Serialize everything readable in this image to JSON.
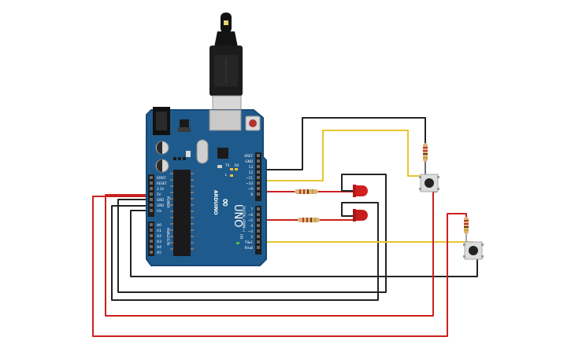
{
  "board": {
    "brand": "ARDUINO",
    "model": "UNO",
    "logo_symbol": "∞",
    "header_top_labels": [
      "AREF",
      "GND",
      "13",
      "12",
      "~11",
      "~10",
      "~9",
      "8"
    ],
    "header_bottom_labels": [
      "7",
      "~6",
      "~5",
      "4",
      "~3",
      "2",
      "TX▸1",
      "RX◂0"
    ],
    "digital_label": "DIGITAL (PWM~)",
    "power_labels": [
      "IOREF",
      "RESET",
      "3.3V",
      "5V",
      "GND",
      "GND",
      "Vin"
    ],
    "power_title": "POWER",
    "analog_labels": [
      "A0",
      "A1",
      "A2",
      "A3",
      "A4",
      "A5"
    ],
    "analog_title": "ANALOG IN",
    "led_labels": [
      "TX",
      "RX",
      "L"
    ],
    "on_label": "ON"
  },
  "colors": {
    "board": "#1f5a8c",
    "board_edge": "#174a76",
    "header": "#1e1e1e",
    "wire_black": "#232323",
    "wire_red": "#c8211e",
    "wire_yellow": "#e7c62f",
    "led": "#d11f1f",
    "resistor": "#d9b47c",
    "button_body": "#dcdcdc"
  }
}
